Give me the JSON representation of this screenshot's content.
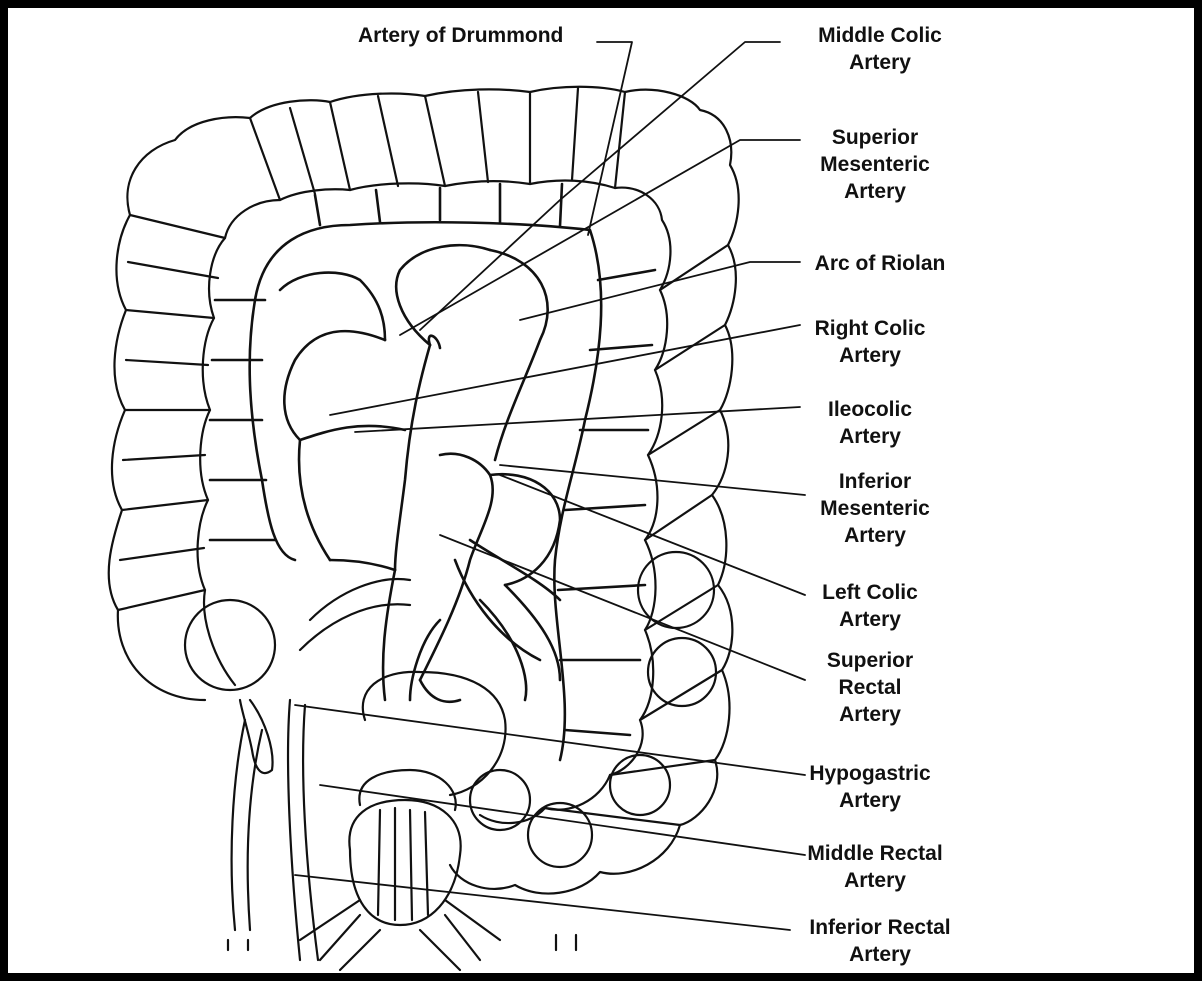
{
  "labels": {
    "artery_of_drummond": "Artery of Drummond",
    "middle_colic": "Middle Colic\nArtery",
    "superior_mesenteric": "Superior\nMesenteric\nArtery",
    "arc_of_riolan": "Arc of Riolan",
    "right_colic": "Right Colic\nArtery",
    "ileocolic": "Ileocolic\nArtery",
    "inferior_mesenteric": "Inferior\nMesenteric\nArtery",
    "left_colic": "Left Colic\nArtery",
    "superior_rectal": "Superior\nRectal\nArtery",
    "hypogastric": "Hypogastric\nArtery",
    "middle_rectal": "Middle Rectal\nArtery",
    "inferior_rectal": "Inferior Rectal\nArtery"
  },
  "colors": {
    "ink": "#111111",
    "background": "#ffffff",
    "frame": "#000000"
  }
}
